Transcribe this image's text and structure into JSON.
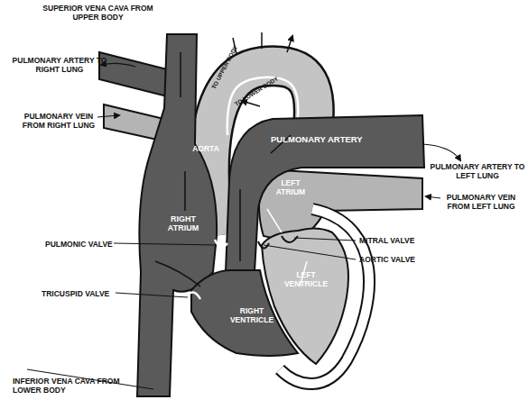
{
  "diagram": {
    "labels": [
      "SUPERIOR VENA CAVA FROM UPPER BODY",
      "PULMONARY ARTERY TO RIGHT LUNG",
      "PULMONARY VEIN FROM RIGHT LUNG",
      "TO UPPER BODY",
      "TO LOWER BODY",
      "AORTA",
      "PULMONARY ARTERY",
      "RIGHT ATRIUM",
      "LEFT ATRIUM",
      "PULMONARY ARTERY TO LEFT LUNG",
      "PULMONARY VEIN FROM LEFT LUNG",
      "PULMONIC VALVE",
      "MITRAL VALVE",
      "AORTIC VALVE",
      "LEFT VENTRICLE",
      "TRICUSPID VALVE",
      "RIGHT VENTRICLE",
      "INFERIOR VENA CAVA FROM LOWER BODY"
    ]
  }
}
